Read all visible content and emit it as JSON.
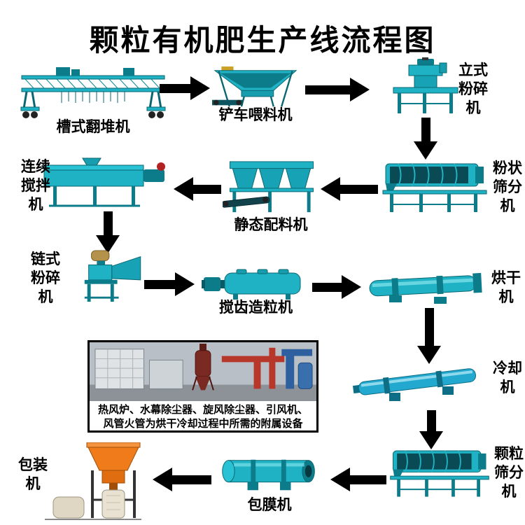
{
  "title": "颗粒有机肥生产线流程图",
  "machines": {
    "turner": {
      "label": "槽式翻堆机"
    },
    "feeder": {
      "label": "铲车喂料机"
    },
    "vertical_crusher": {
      "label": "立式粉碎机"
    },
    "powder_screener": {
      "label": "粉状筛分机"
    },
    "static_batcher": {
      "label": "静态配料机"
    },
    "continuous_mixer": {
      "label": "连续搅拌机"
    },
    "chain_crusher": {
      "label": "链式粉碎机"
    },
    "granulator": {
      "label": "搅齿造粒机"
    },
    "dryer": {
      "label": "烘干机"
    },
    "cooler": {
      "label": "冷却机"
    },
    "granule_screener": {
      "label": "颗粒筛分机"
    },
    "coating_machine": {
      "label": "包膜机"
    },
    "packing_machine": {
      "label": "包装机"
    }
  },
  "auxiliary_note": {
    "line1": "热风炉、水幕除尘器、旋风除尘器、引风机、",
    "line2": "风管火管为烘干冷却过程中所需的附属设备"
  },
  "colors": {
    "machine": "#1fb2c4",
    "machine_dark": "#0d7c8a",
    "packing_machine": "#ef7b1a",
    "arrow": "#000000",
    "background": "#ffffff"
  }
}
